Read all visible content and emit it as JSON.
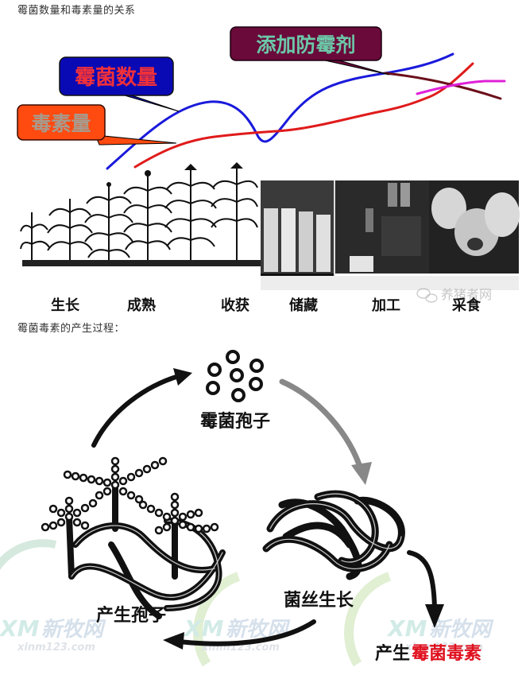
{
  "article": {
    "caption_1": "霉菌数量和毒素量的关系",
    "caption_2": "霉菌毒素的产生过程："
  },
  "figure_1": {
    "labels": {
      "mold_count": "霉菌数量",
      "toxin_amount": "毒素量",
      "add_antimold": "添加防霉剂"
    },
    "stages": [
      "生长",
      "成熟",
      "收获",
      "储藏",
      "加工",
      "采食"
    ],
    "watermark": "养猪者网",
    "colors": {
      "mold_line": "#1a1adb",
      "toxin_line": "#e01b1b",
      "antimold_mold_line": "#6b0f1a",
      "antimold_toxin_line": "#e020d8",
      "mold_bubble": "#0a0ab5",
      "toxin_bubble": "#ff4a10",
      "antimold_bubble": "#6a0a3a"
    }
  },
  "figure_2": {
    "labels": {
      "spores": "霉菌孢子",
      "hyphae_growth": "菌丝生长",
      "produce_spores": "产生孢子",
      "produce_toxin_prefix": "产生",
      "produce_toxin_highlight": "霉菌毒素"
    },
    "watermark": {
      "logo": "XM",
      "name": "新牧网",
      "url": "xinm123.com"
    },
    "colors": {
      "highlight": "#e0101e",
      "arrow_gray": "#888888"
    }
  }
}
